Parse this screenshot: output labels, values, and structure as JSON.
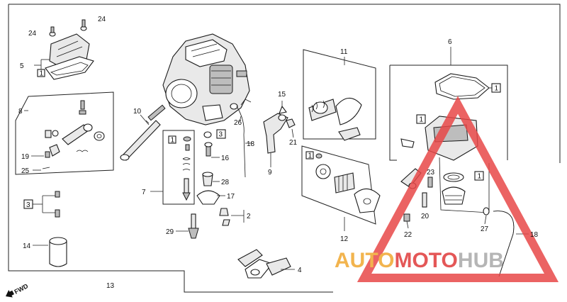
{
  "callouts": [
    "24",
    "24",
    "5",
    "1",
    "8",
    "19",
    "25",
    "10",
    "3",
    "14",
    "13",
    "7",
    "1",
    "3",
    "16",
    "28",
    "17",
    "2",
    "29",
    "26",
    "18",
    "9",
    "15",
    "21",
    "11",
    "1",
    "12",
    "6",
    "1",
    "1",
    "1",
    "23",
    "20",
    "22",
    "27",
    "18",
    "4"
  ],
  "fwd_label": "FWD",
  "watermark": {
    "part1": "AUTO",
    "part2": "MOTO",
    "part3": "HUB",
    "color1": "#f0a830",
    "color2": "#e03a3a",
    "color3": "#a9a9a9",
    "triangle_color": "#e84848"
  }
}
